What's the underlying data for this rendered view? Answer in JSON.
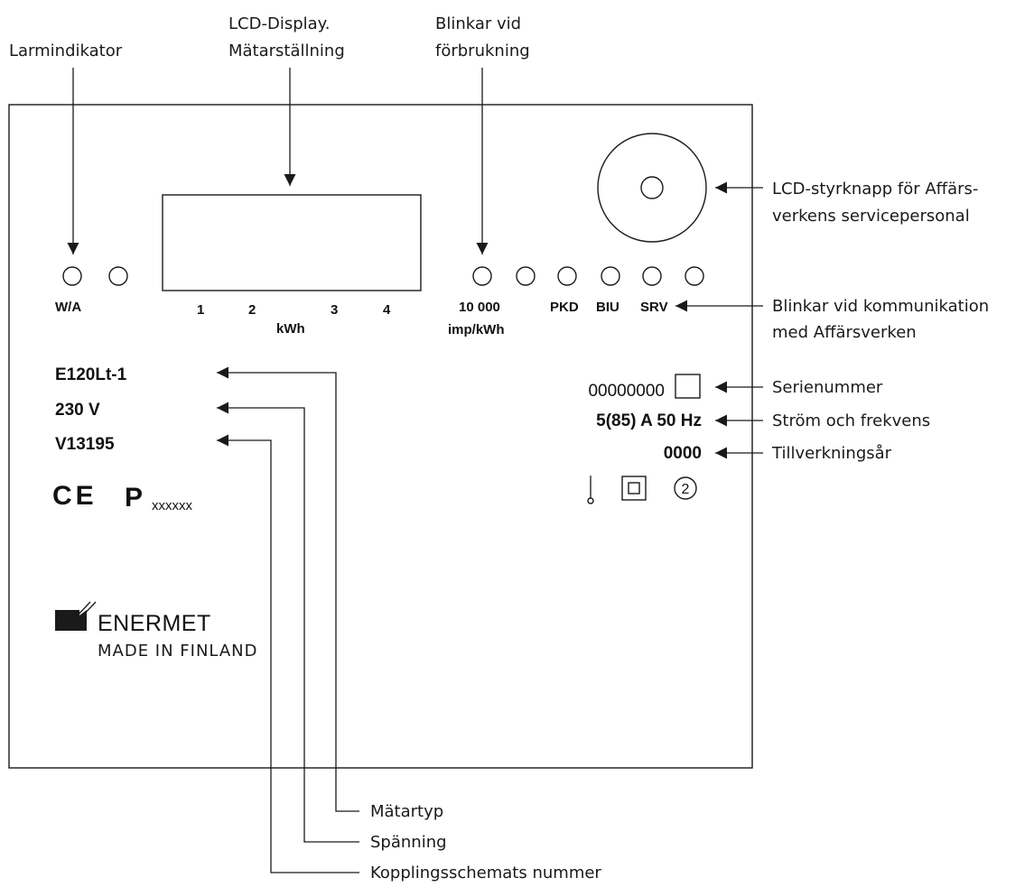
{
  "callouts": {
    "alarm": "Larmindikator",
    "lcd_line1": "LCD-Display.",
    "lcd_line2": "Mätarställning",
    "blink_line1": "Blinkar vid",
    "blink_line2": "förbrukning",
    "knob_line1": "LCD-styrknapp för Affärs-",
    "knob_line2": "verkens servicepersonal",
    "comm_line1": "Blinkar vid kommunikation",
    "comm_line2": "med Affärsverken",
    "serial": "Serienummer",
    "current": "Ström och frekvens",
    "year": "Tillverkningsår",
    "meter_type": "Mätartyp",
    "voltage": "Spänning",
    "scheme": "Kopplingsschemats nummer"
  },
  "panel": {
    "wa_label": "W/A",
    "digit_labels": [
      "1",
      "2",
      "3",
      "4"
    ],
    "unit": "kWh",
    "imp_line1": "10 000",
    "imp_line2": "imp/kWh",
    "led_labels": [
      "PKD",
      "BIU",
      "SRV"
    ],
    "meter_type": "E120Lt-1",
    "voltage": "230 V",
    "scheme_number": "V13195",
    "ce_mark": "CE",
    "p_mark": "P",
    "approval_code": "xxxxxx",
    "serial_number": "00000000",
    "current_rating": "5(85) A 50 Hz",
    "year_value": "0000",
    "class_value": "2"
  },
  "logo": {
    "brand": "ENERMET",
    "made_in": "MADE IN FINLAND"
  },
  "colors": {
    "ink": "#1a1a1a",
    "background": "#ffffff"
  }
}
